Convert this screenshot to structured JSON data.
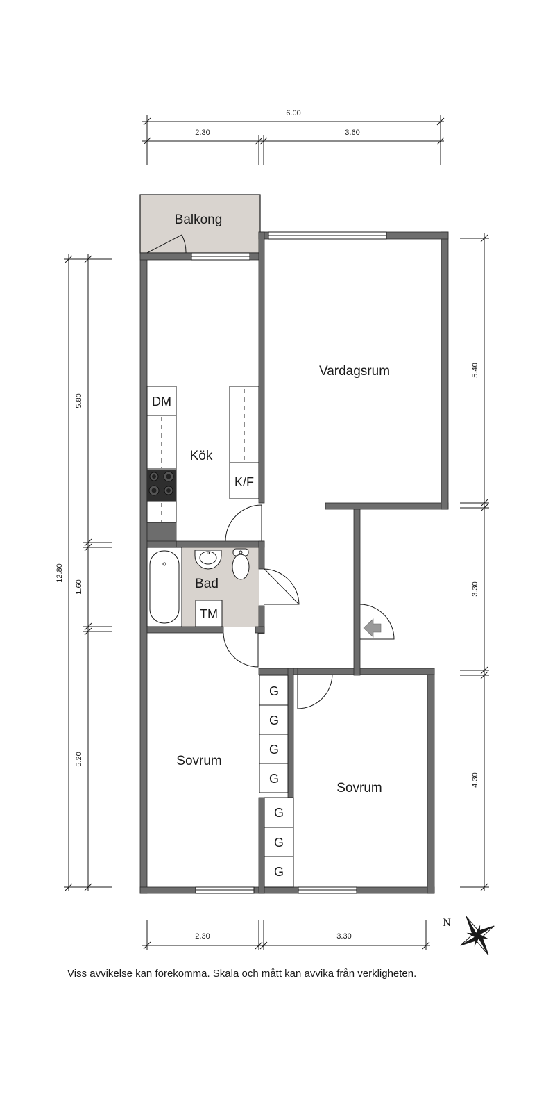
{
  "rooms": {
    "balcony": "Balkong",
    "living": "Vardagsrum",
    "kitchen": "Kök",
    "bath": "Bad",
    "bedroom_left": "Sovrum",
    "bedroom_right": "Sovrum"
  },
  "fixtures": {
    "dishwasher": "DM",
    "fridge_freezer": "K/F",
    "washer": "TM",
    "wardrobe": "G"
  },
  "dimensions": {
    "top_total": "6.00",
    "top_left": "2.30",
    "top_right": "3.60",
    "bottom_left": "2.30",
    "bottom_right": "3.30",
    "left_total": "12.80",
    "left_upper": "5.80",
    "left_middle": "1.60",
    "left_lower": "5.20",
    "right_upper": "5.40",
    "right_middle": "3.30",
    "right_lower": "4.30"
  },
  "compass": {
    "north": "N"
  },
  "disclaimer": "Viss avvikelse kan förekomma. Skala och mått kan avvika från verkligheten.",
  "colors": {
    "wall": "#6d6d6d",
    "balcony_fill": "#d9d4cf",
    "bath_fill": "#d8d3ce",
    "line": "#1a1a1a"
  }
}
